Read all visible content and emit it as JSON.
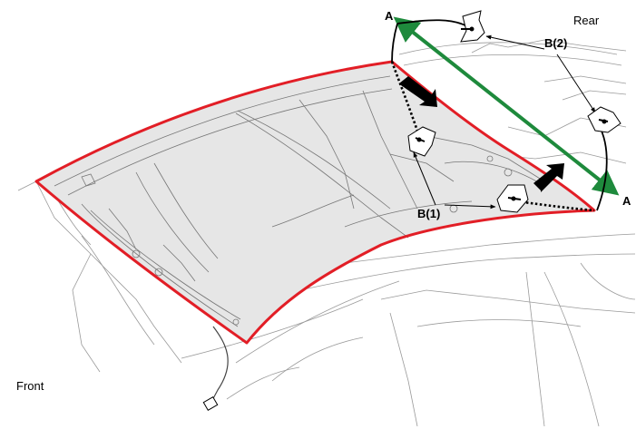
{
  "labels": {
    "rear": "Rear",
    "front": "Front",
    "a_top": "A",
    "a_right": "A",
    "b1": "B(1)",
    "b2": "B(2)"
  },
  "colors": {
    "outline": "#e21e26",
    "cut_line": "#1e8a3c",
    "line_art": "#8a8a8a",
    "glass": "#e6e6e6",
    "ink": "#000000"
  },
  "icons": {
    "suction_cup": "suction-cup-tool",
    "push_arrow": "heavy-arrow"
  }
}
